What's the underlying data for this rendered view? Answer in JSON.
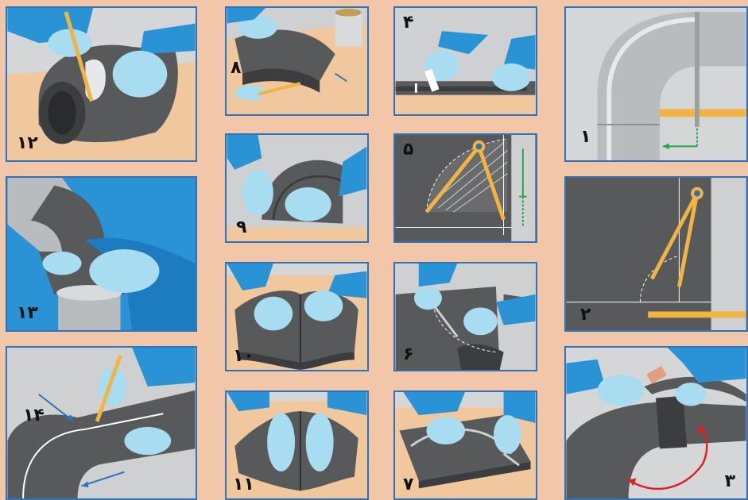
{
  "panels": [
    {
      "id": "p12",
      "label": "۱۲"
    },
    {
      "id": "p13",
      "label": "۱۳"
    },
    {
      "id": "p14",
      "label": "۱۴"
    },
    {
      "id": "p8",
      "label": "۸"
    },
    {
      "id": "p9",
      "label": "۹"
    },
    {
      "id": "p10",
      "label": "۱۰"
    },
    {
      "id": "p11",
      "label": "۱۱"
    },
    {
      "id": "p4",
      "label": "۴"
    },
    {
      "id": "p5",
      "label": "۵"
    },
    {
      "id": "p6",
      "label": "۶"
    },
    {
      "id": "p7",
      "label": "۷"
    },
    {
      "id": "p1",
      "label": "۱"
    },
    {
      "id": "p2",
      "label": "۲"
    },
    {
      "id": "p3",
      "label": "۳"
    }
  ],
  "colors": {
    "background": "#f2c6a8",
    "border": "#2f72b8",
    "sleeve": "#2a93d6",
    "glove": "#a8dcf0",
    "foam": "#58595b",
    "pipe": "#b9bcbf",
    "table": "#f1c79e",
    "compass": "#f2b441",
    "arrow": "#e02020",
    "guide": "#22a84a"
  }
}
